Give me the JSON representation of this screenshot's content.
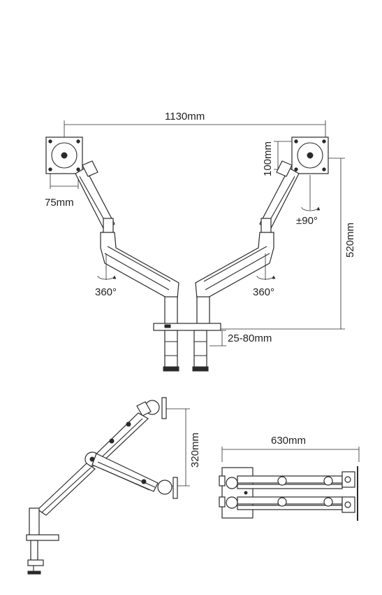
{
  "dimensions": {
    "width_total": "1130mm",
    "vesa_horizontal": "75mm",
    "vesa_vertical": "100mm",
    "height_range": "520mm",
    "clamp_thickness": "25-80mm",
    "side_height": "320mm",
    "top_depth": "630mm"
  },
  "rotations": {
    "tilt": "±90°",
    "left_swivel": "360°",
    "right_swivel": "360°"
  },
  "colors": {
    "line": "#2a2a2a",
    "background": "#ffffff"
  }
}
